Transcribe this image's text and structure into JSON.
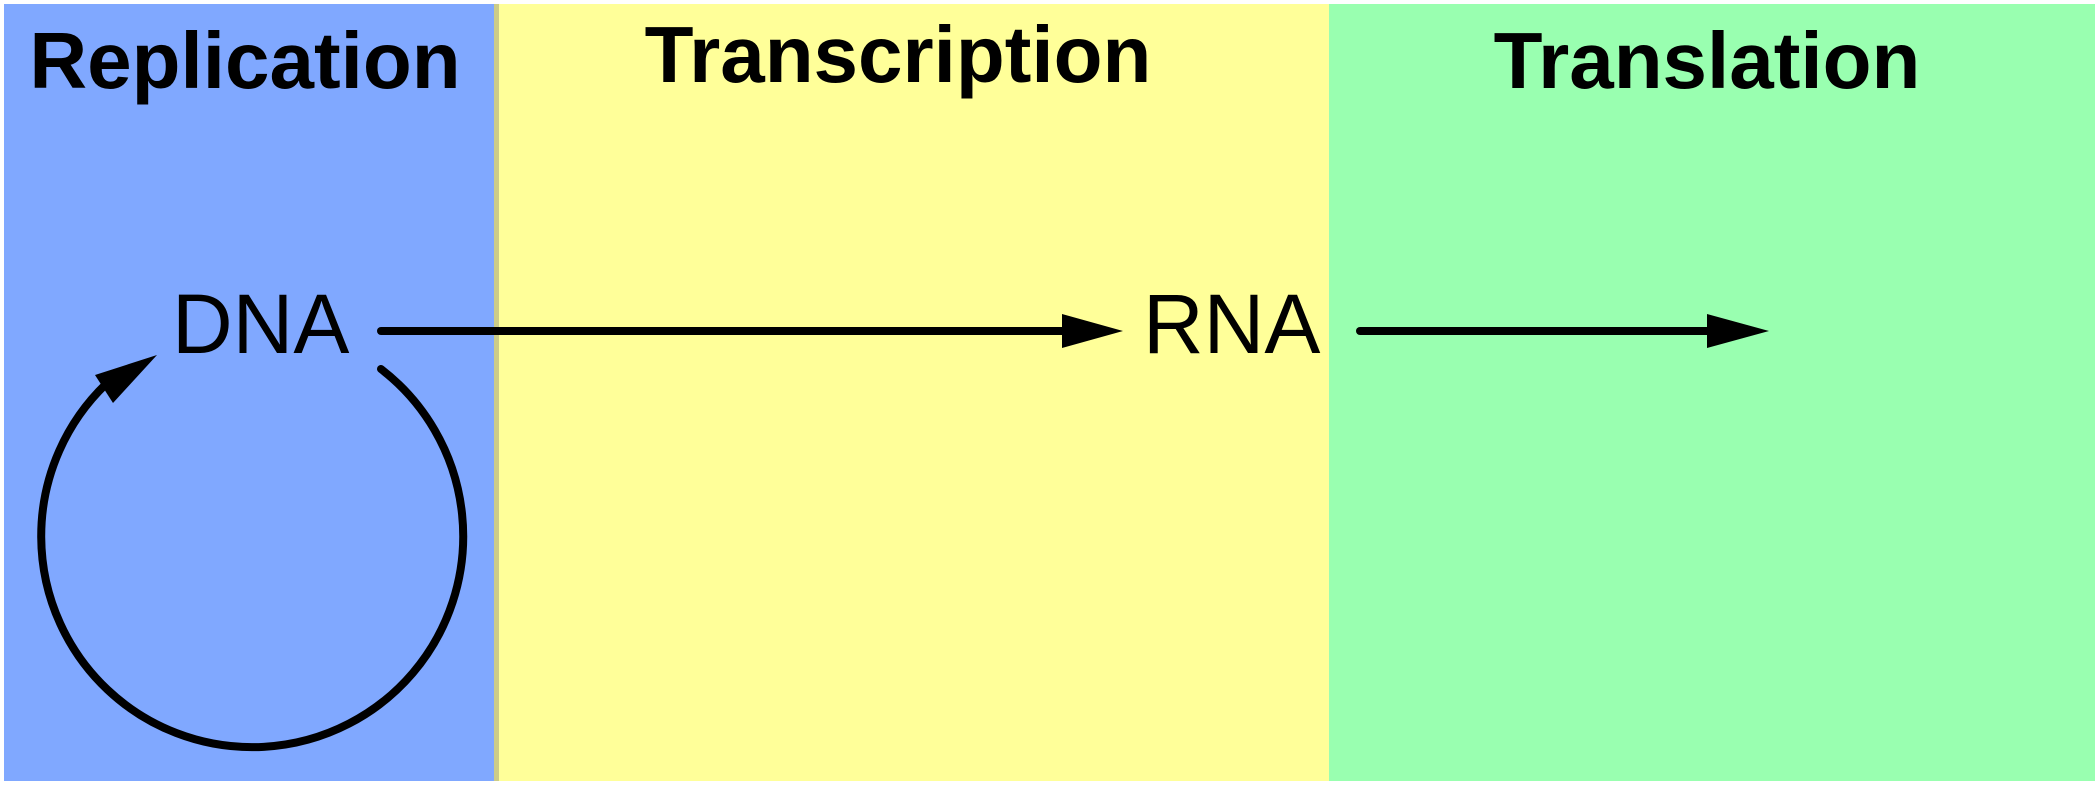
{
  "panels": [
    {
      "title": "Replication",
      "color": "#80a8ff"
    },
    {
      "title": "Transcription",
      "color": "#ffff99"
    },
    {
      "title": "Translation",
      "color": "#99ffb0"
    }
  ],
  "molecules": {
    "dna": "DNA",
    "rna": "RNA"
  },
  "colors": {
    "ink": "#000000",
    "divider": "#cccc88"
  }
}
